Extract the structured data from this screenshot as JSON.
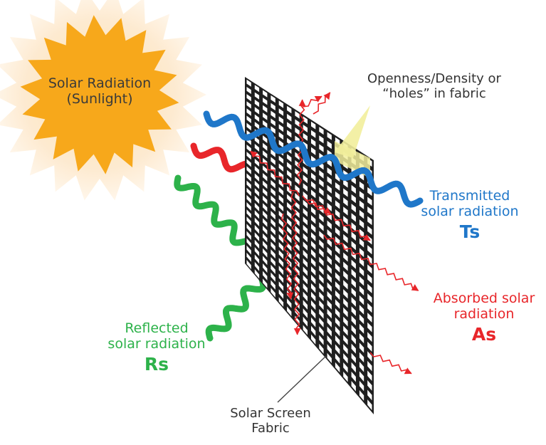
{
  "colors": {
    "sun_core": "#F7A81B",
    "sun_glow": "#FDE9C8",
    "screen": "#1f1f1f",
    "transmitted": "#1F77C9",
    "absorbed": "#E8262A",
    "reflected": "#2DB24A",
    "openness_highlight": "#F2EE9C"
  },
  "icons": {
    "sun": "sun-icon",
    "screen": "mesh-screen-icon"
  },
  "sun": {
    "line1": "Solar Radiation",
    "line2": "(Sunlight)"
  },
  "openness": {
    "line1": "Openness/Density or",
    "line2": "“holes” in fabric"
  },
  "transmitted": {
    "line1": "Transmitted",
    "line2": "solar radiation",
    "symbol": "Ts"
  },
  "absorbed": {
    "line1": "Absorbed solar",
    "line2": "radiation",
    "symbol": "As"
  },
  "reflected": {
    "line1": "Reflected",
    "line2": "solar radiation",
    "symbol": "Rs"
  },
  "fabric": {
    "line1": "Solar Screen",
    "line2": "Fabric"
  }
}
